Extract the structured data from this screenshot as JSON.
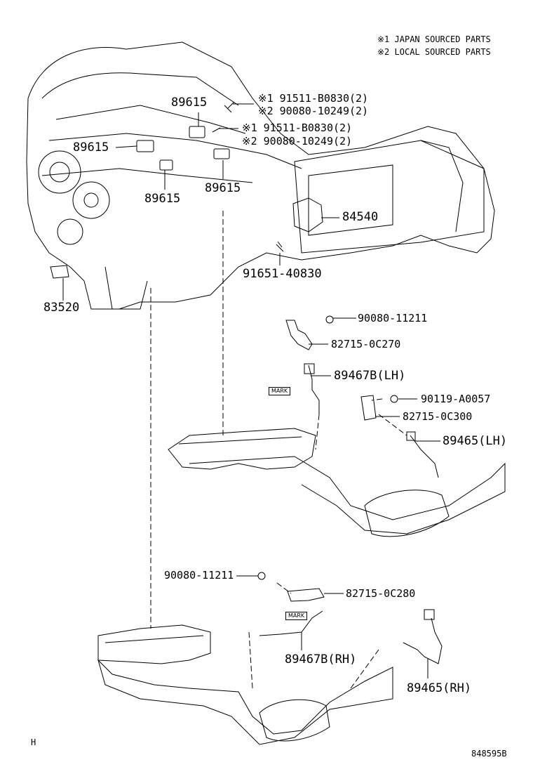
{
  "legend": [
    {
      "mark": "※1",
      "text": "JAPAN SOURCED PARTS"
    },
    {
      "mark": "※2",
      "text": "LOCAL SOURCED PARTS"
    }
  ],
  "parts": {
    "p1": {
      "mark": "※1",
      "num": "91511-B0830(2)"
    },
    "p2": {
      "mark": "※2",
      "num": "90080-10249(2)"
    },
    "p3": {
      "mark": "※1",
      "num": "91511-B0830(2)"
    },
    "p4": {
      "mark": "※2",
      "num": "90080-10249(2)"
    },
    "s1": "89615",
    "s2": "89615",
    "s3": "89615",
    "s4": "89615",
    "a": "84540",
    "b": "91651-40830",
    "c": "83520",
    "d": "90080-11211",
    "e": "82715-0C270",
    "f": "89467B(LH)",
    "g": "90119-A0057",
    "h": "82715-0C300",
    "i": "89465(LH)",
    "j": "90080-11211",
    "k": "82715-0C280",
    "l": "89467B(RH)",
    "m": "89465(RH)"
  },
  "marks": {
    "lh": "MARK",
    "rh": "MARK"
  },
  "footer": {
    "left": "H",
    "code": "848595B"
  }
}
